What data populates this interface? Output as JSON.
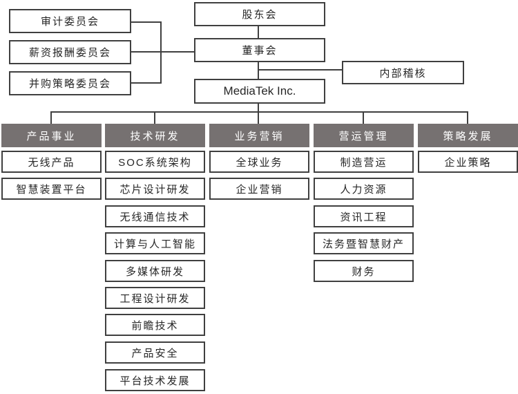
{
  "nodes": {
    "shareholders": "股东会",
    "board": "董事会",
    "company": "MediaTek Inc.",
    "internal_audit": "内部稽核"
  },
  "committees": [
    "审计委员会",
    "薪资报酬委员会",
    "并购策略委员会"
  ],
  "divisions": [
    {
      "label": "产品事业",
      "items": [
        "无线产品",
        "智慧装置平台"
      ]
    },
    {
      "label": "技术研发",
      "items": [
        "SOC系统架构",
        "芯片设计研发",
        "无线通信技术",
        "计算与人工智能",
        "多媒体研发",
        "工程设计研发",
        "前瞻技术",
        "产品安全",
        "平台技术发展"
      ]
    },
    {
      "label": "业务营销",
      "items": [
        "全球业务",
        "企业营销"
      ]
    },
    {
      "label": "营运管理",
      "items": [
        "制造营运",
        "人力资源",
        "资讯工程",
        "法务暨智慧财产",
        "财务"
      ]
    },
    {
      "label": "策略发展",
      "items": [
        "企业策略"
      ]
    }
  ],
  "colors": {
    "header_bg": "#767171",
    "header_text": "#ffffff",
    "box_border": "#3f3f3f",
    "connector": "#3f3f3f",
    "box_text": "#262626",
    "background": "#ffffff"
  }
}
